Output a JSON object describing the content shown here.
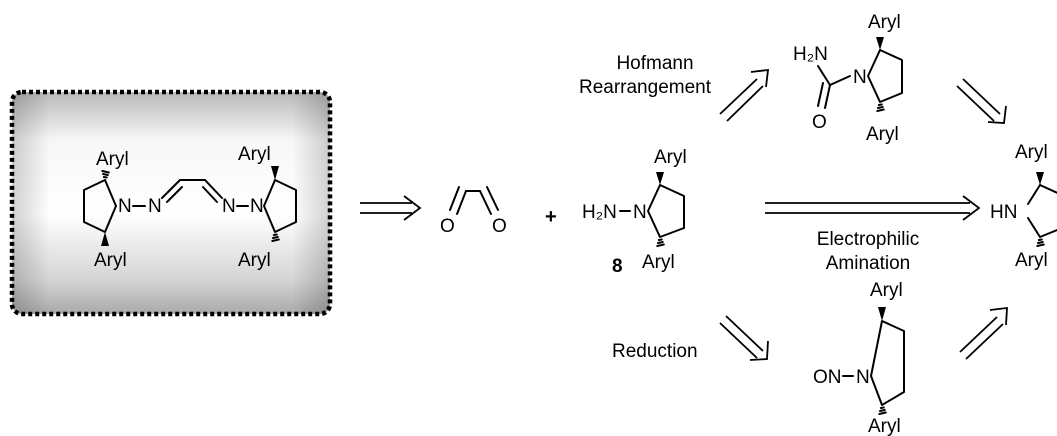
{
  "substituent": "Aryl",
  "atoms": {
    "n": "N",
    "o": "O",
    "hn": "HN",
    "on": "ON",
    "h2n": "H₂N"
  },
  "plus": "+",
  "compound_number": "8",
  "routes": {
    "hofmann_line1": "Hofmann",
    "hofmann_line2": "Rearrangement",
    "electrophilic_line1": "Electrophilic",
    "electrophilic_line2": "Amination",
    "reduction": "Reduction"
  }
}
